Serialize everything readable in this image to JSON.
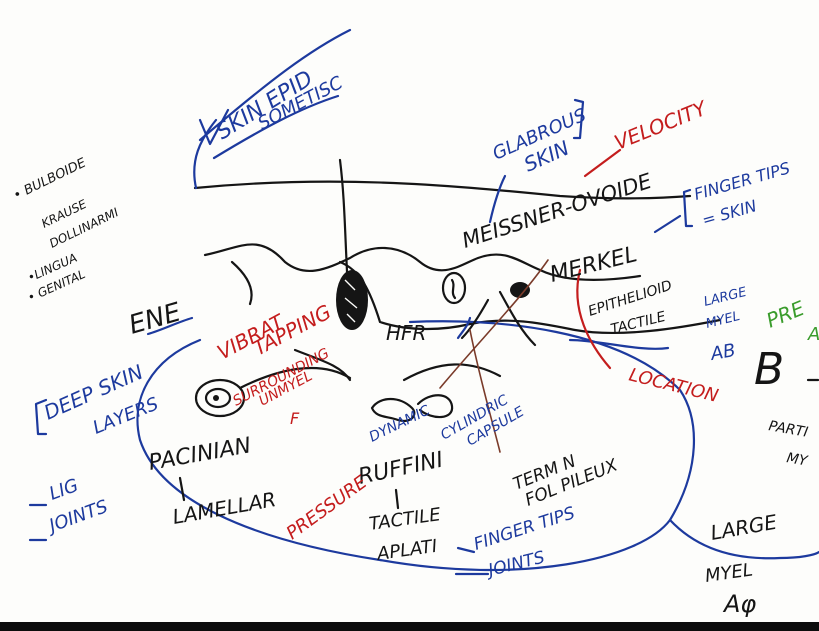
{
  "colors": {
    "background": "#fdfdfb",
    "black_ink": "#151515",
    "blue_ink": "#1d3a9e",
    "red_ink": "#c41d1d",
    "green_ink": "#3a9c2c"
  },
  "labels": {
    "skin_epid": "SKIN EPID",
    "someatic": "SOMETISC",
    "glabrous_skin_1": "GLABROUS",
    "glabrous_skin_2": "SKIN",
    "velocity": "VELOCITY",
    "meissner_ovoide": "MEISSNER-OVOIDE",
    "finger_tips_1": "FINGER TIPS",
    "finger_tips_2": "= SKIN",
    "bulboide": "• BULBOIDE",
    "krause": "KRAUSE",
    "dollinarmi": "DOLLINARMI",
    "lingua": "•LINGUA",
    "genital": "• GENITAL",
    "ene": "ENE",
    "merkel": "MERKEL",
    "epithelioid": "EPITHELIOID",
    "tactile": "TACTILE",
    "large": "LARGE",
    "myel": "MYEL",
    "a_beta": "AB",
    "b_big": "B",
    "pre_green": "PRE",
    "a_green": "A",
    "location": "LOCATION",
    "hfr": "HFR",
    "vibrat": "VIBRAT",
    "tapping": "TAPPING",
    "surrounding_1": "SURROUNDING",
    "surrounding_2": "UNMYEL",
    "surrounding_3": "F",
    "deep_skin": "DEEP SKIN",
    "layers": "LAYERS",
    "pacinian": "PACINIAN",
    "lamellar": "LAMELLAR",
    "lig": "LIG",
    "joints": "JOINTS",
    "dynamic": "DYNAMIC",
    "cylind": "CYLINDRIC",
    "caps": "CAPSULE",
    "ruffini": "RUFFINI",
    "pressure": "PRESSURE",
    "tactile_2": "TACTILE",
    "aplati": "APLATI",
    "term_n": "TERM N",
    "fol_pileux": "FOL PILEUX",
    "finger_tips_3": "FINGER TIPS",
    "joints_2": "JOINTS",
    "large_2": "LARGE",
    "myel_2": "MYEL",
    "a_phi": "Aφ",
    "parti": "PARTI",
    "myel_3": "MY"
  }
}
